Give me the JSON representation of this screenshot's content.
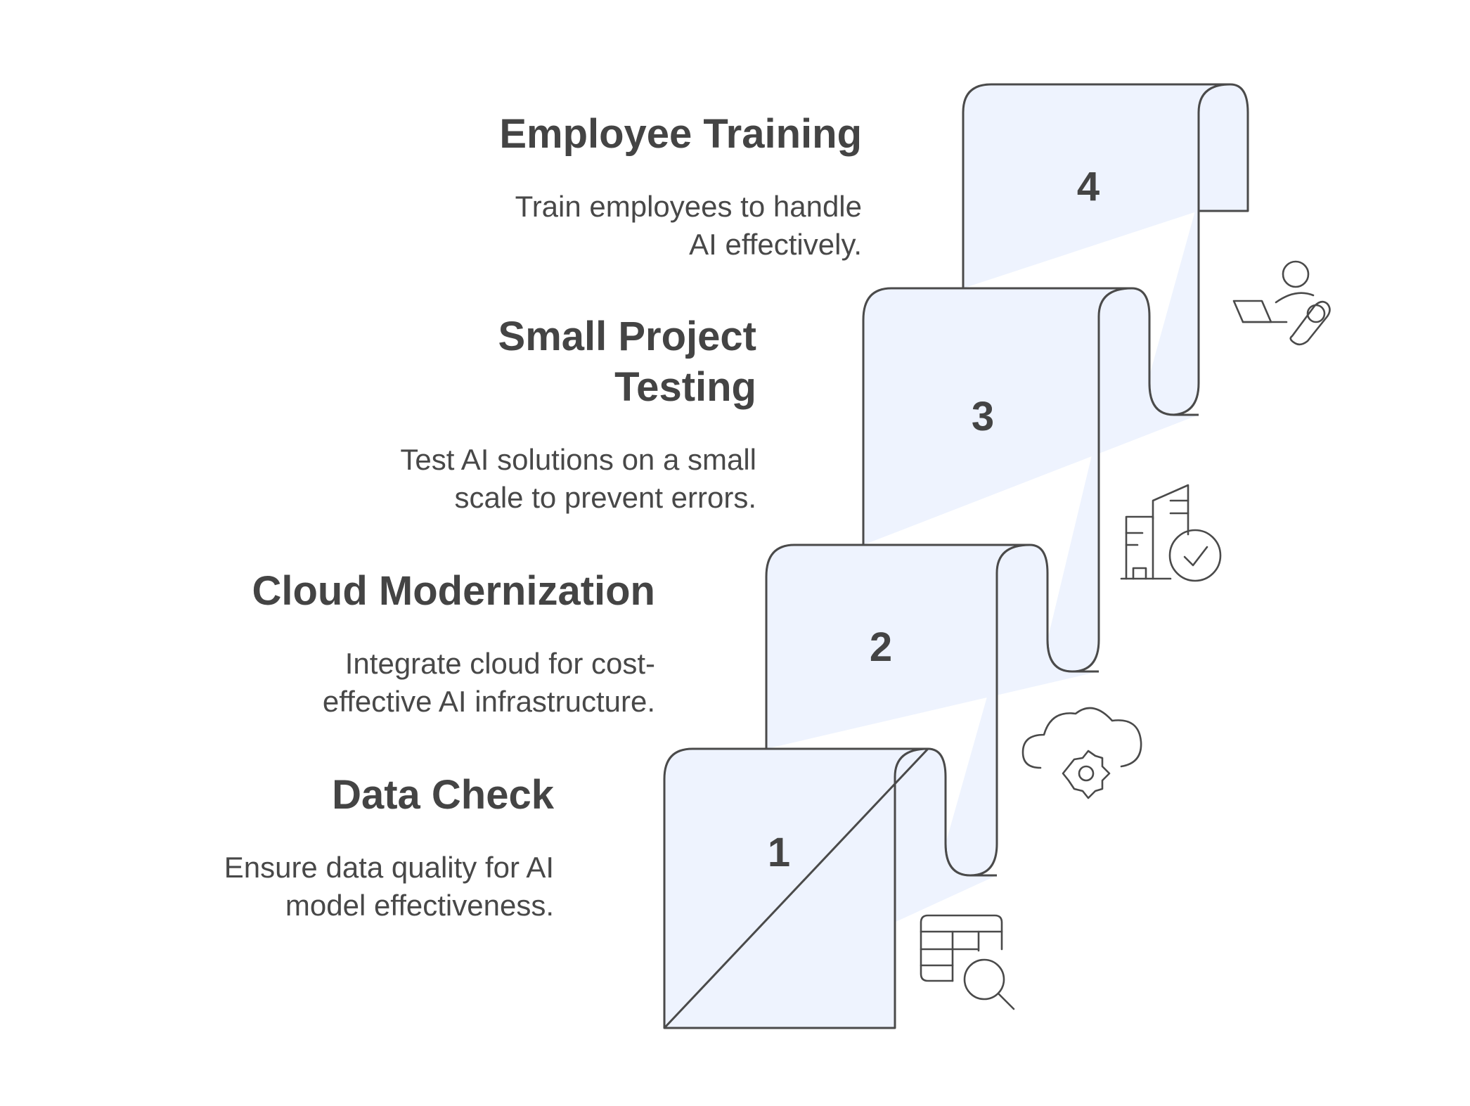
{
  "steps": [
    {
      "number": "1",
      "title": "Data Check",
      "desc_lines": [
        "Ensure data quality for AI",
        "model effectiveness."
      ],
      "icon": "table-search-icon"
    },
    {
      "number": "2",
      "title": "Cloud Modernization",
      "desc_lines": [
        "Integrate cloud for cost-",
        "effective AI infrastructure."
      ],
      "icon": "cloud-gear-icon"
    },
    {
      "number": "3",
      "title_lines": [
        "Small Project",
        "Testing"
      ],
      "desc_lines": [
        "Test AI solutions on a small",
        "scale to prevent errors."
      ],
      "icon": "building-check-icon"
    },
    {
      "number": "4",
      "title": "Employee Training",
      "desc_lines": [
        "Train employees to handle",
        "AI effectively."
      ],
      "icon": "person-laptop-icon"
    }
  ],
  "colors": {
    "scroll_fill": "#eef3fe",
    "stroke": "#4a4a4a",
    "text": "#444444"
  }
}
